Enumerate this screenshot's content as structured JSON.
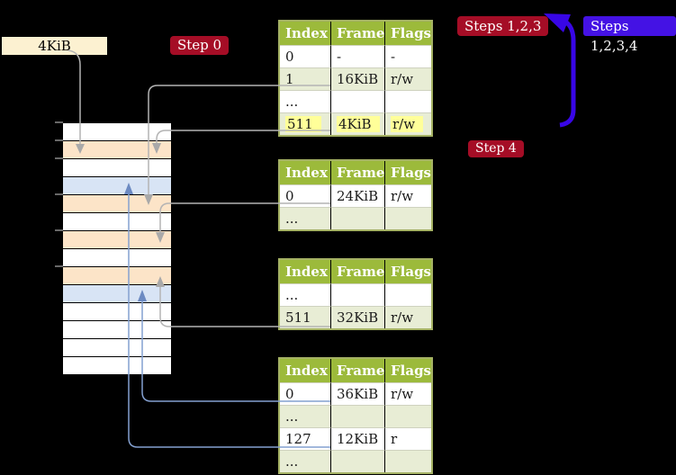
{
  "frame_size_label": "4KiB",
  "badges": {
    "step0": "Step 0",
    "steps123": "Steps 1,2,3",
    "steps1234": "Steps 1,2,3,4",
    "step4": "Step 4"
  },
  "tables": [
    {
      "headers": [
        "Index",
        "Frame",
        "Flags"
      ],
      "rows": [
        [
          "0",
          "-",
          "-"
        ],
        [
          "1",
          "16KiB",
          "r/w"
        ],
        [
          "...",
          "",
          ""
        ],
        [
          "511",
          "4KiB",
          "r/w"
        ]
      ],
      "highlighted_row": "511 | 4KiB | r/w"
    },
    {
      "headers": [
        "Index",
        "Frame",
        "Flags"
      ],
      "rows": [
        [
          "0",
          "24KiB",
          "r/w"
        ],
        [
          "...",
          "",
          ""
        ]
      ]
    },
    {
      "headers": [
        "Index",
        "Frame",
        "Flags"
      ],
      "rows": [
        [
          "...",
          "",
          ""
        ],
        [
          "511",
          "32KiB",
          "r/w"
        ]
      ]
    },
    {
      "headers": [
        "Index",
        "Frame",
        "Flags"
      ],
      "rows": [
        [
          "0",
          "36KiB",
          "r/w"
        ],
        [
          "...",
          "",
          ""
        ],
        [
          "127",
          "12KiB",
          "r"
        ],
        [
          "...",
          "",
          ""
        ]
      ]
    }
  ],
  "memory": {
    "row_colors": [
      "white",
      "orange",
      "white",
      "blue",
      "orange",
      "white",
      "orange",
      "white",
      "orange",
      "blue",
      "white",
      "white",
      "white",
      "white"
    ]
  },
  "colors": {
    "background": "#000000",
    "table_header_green": "#9cba3b",
    "table_row_green": "#e8edd5",
    "table_border_olive": "#a5b264",
    "highlight_yellow": "#ffff99",
    "badge_red": "#a50d26",
    "badge_blue": "#4412e4",
    "frame_label_cream": "#fcf1d1",
    "memory_orange": "#fce4c8",
    "memory_blue": "#d8e4f5",
    "arrow_gray": "#b4b4b4",
    "arrow_blue": "#84a0d0",
    "big_arrow_blue": "#3806e6"
  }
}
